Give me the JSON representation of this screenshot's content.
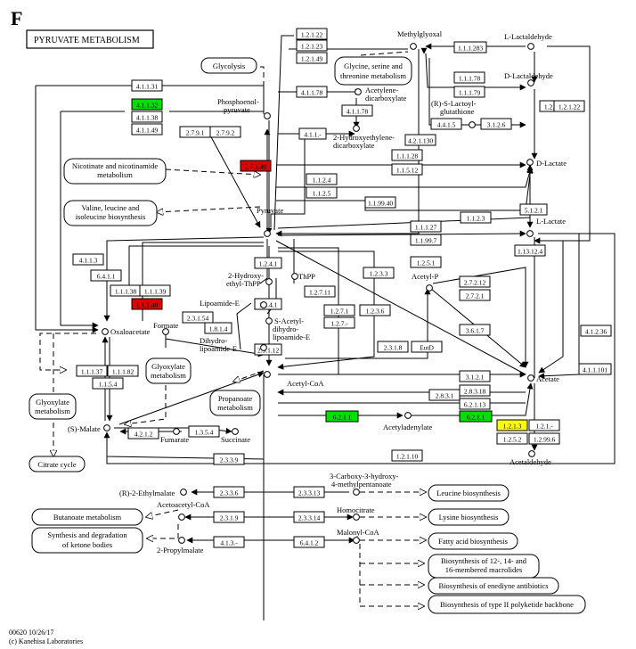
{
  "panel_letter": "F",
  "map_title": "PYRUVATE METABOLISM",
  "footer": {
    "map_id": "00620 10/26/17",
    "copyright": "(c) Kanehisa Laboratories"
  },
  "colors": {
    "green": "#00e000",
    "red": "#e00000",
    "yellow": "#ffff00",
    "white": "#ffffff"
  },
  "enzymes": [
    {
      "label": "4.1.1.31",
      "color": "white"
    },
    {
      "label": "4.1.1.32",
      "color": "green"
    },
    {
      "label": "4.1.1.38",
      "color": "white"
    },
    {
      "label": "4.1.1.49",
      "color": "white"
    },
    {
      "label": "2.7.9.1",
      "color": "white"
    },
    {
      "label": "2.7.9.2",
      "color": "white"
    },
    {
      "label": "2.7.1.40",
      "color": "red"
    },
    {
      "label": "1.2.1.22",
      "color": "white"
    },
    {
      "label": "1.2.1.23",
      "color": "white"
    },
    {
      "label": "1.2.1.49",
      "color": "white"
    },
    {
      "label": "4.1.1.78",
      "color": "white"
    },
    {
      "label": "4.1.1.78",
      "color": "white"
    },
    {
      "label": "4.1.1.-",
      "color": "white"
    },
    {
      "label": "1.1.1.283",
      "color": "white"
    },
    {
      "label": "1.1.1.78",
      "color": "white"
    },
    {
      "label": "1.1.1.79",
      "color": "white"
    },
    {
      "label": "1.2.1.23",
      "color": "white"
    },
    {
      "label": "1.2.1.22",
      "color": "white"
    },
    {
      "label": "4.4.1.5",
      "color": "white"
    },
    {
      "label": "3.1.2.6",
      "color": "white"
    },
    {
      "label": "4.2.1.130",
      "color": "white"
    },
    {
      "label": "1.1.1.28",
      "color": "white"
    },
    {
      "label": "1.1.5.12",
      "color": "white"
    },
    {
      "label": "1.1.2.4",
      "color": "white"
    },
    {
      "label": "1.1.2.5",
      "color": "white"
    },
    {
      "label": "1.1.99.40",
      "color": "white"
    },
    {
      "label": "5.1.2.1",
      "color": "white"
    },
    {
      "label": "1.1.2.3",
      "color": "white"
    },
    {
      "label": "1.1.1.27",
      "color": "white"
    },
    {
      "label": "1.1.99.7",
      "color": "white"
    },
    {
      "label": "1.13.12.4",
      "color": "white"
    },
    {
      "label": "4.1.1.3",
      "color": "white"
    },
    {
      "label": "6.4.1.1",
      "color": "white"
    },
    {
      "label": "1.1.1.38",
      "color": "white"
    },
    {
      "label": "1.1.1.39",
      "color": "white"
    },
    {
      "label": "1.1.1.40",
      "color": "red"
    },
    {
      "label": "1.2.4.1",
      "color": "white"
    },
    {
      "label": "1.2.4.1",
      "color": "white"
    },
    {
      "label": "1.2.7.11",
      "color": "white"
    },
    {
      "label": "1.2.5.1",
      "color": "white"
    },
    {
      "label": "1.2.3.3",
      "color": "white"
    },
    {
      "label": "2.7.2.12",
      "color": "white"
    },
    {
      "label": "2.7.2.1",
      "color": "white"
    },
    {
      "label": "1.2.7.1",
      "color": "white"
    },
    {
      "label": "1.2.3.6",
      "color": "white"
    },
    {
      "label": "1.2.7.-",
      "color": "white"
    },
    {
      "label": "2.3.1.54",
      "color": "white"
    },
    {
      "label": "1.8.1.4",
      "color": "white"
    },
    {
      "label": "2.3.1.12",
      "color": "white"
    },
    {
      "label": "2.3.1.8",
      "color": "white"
    },
    {
      "label": "EutD",
      "color": "white"
    },
    {
      "label": "3.6.1.7",
      "color": "white"
    },
    {
      "label": "4.1.2.36",
      "color": "white"
    },
    {
      "label": "4.1.1.101",
      "color": "white"
    },
    {
      "label": "1.1.1.37",
      "color": "white"
    },
    {
      "label": "1.1.1.82",
      "color": "white"
    },
    {
      "label": "1.1.5.4",
      "color": "white"
    },
    {
      "label": "3.1.2.1",
      "color": "white"
    },
    {
      "label": "2.8.3.1",
      "color": "white"
    },
    {
      "label": "2.8.3.18",
      "color": "white"
    },
    {
      "label": "6.2.1.13",
      "color": "white"
    },
    {
      "label": "6.2.1.1",
      "color": "green"
    },
    {
      "label": "6.2.1.1",
      "color": "green"
    },
    {
      "label": "1.2.1.3",
      "color": "yellow"
    },
    {
      "label": "1.2.1.-",
      "color": "white"
    },
    {
      "label": "1.2.5.2",
      "color": "white"
    },
    {
      "label": "1.2.99.6",
      "color": "white"
    },
    {
      "label": "4.2.1.2",
      "color": "white"
    },
    {
      "label": "1.3.5.4",
      "color": "white"
    },
    {
      "label": "2.3.3.9",
      "color": "white"
    },
    {
      "label": "1.2.1.10",
      "color": "white"
    },
    {
      "label": "2.3.3.6",
      "color": "white"
    },
    {
      "label": "2.3.3.13",
      "color": "white"
    },
    {
      "label": "2.3.1.9",
      "color": "white"
    },
    {
      "label": "2.3.3.14",
      "color": "white"
    },
    {
      "label": "4.1.3.-",
      "color": "white"
    },
    {
      "label": "6.4.1.2",
      "color": "white"
    }
  ],
  "compounds": [
    {
      "label": "Phosphoenol-"
    },
    {
      "label": "pyruvate"
    },
    {
      "label": "Pyruvate"
    },
    {
      "label": "Methylglyoxal"
    },
    {
      "label": "L-Lactaldehyde"
    },
    {
      "label": "D-Lactaldehyde"
    },
    {
      "label": "(R)-S-Lactoyl-"
    },
    {
      "label": "glutathione"
    },
    {
      "label": "D-Lactate"
    },
    {
      "label": "L-Lactate"
    },
    {
      "label": "Acetylene-"
    },
    {
      "label": "dicarboxylate"
    },
    {
      "label": "2-Hydroxyethylene-"
    },
    {
      "label": "dicarboxylate"
    },
    {
      "label": "2-Hydroxy-"
    },
    {
      "label": "ethyl-ThPP"
    },
    {
      "label": "ThPP"
    },
    {
      "label": "Lipoamide-E"
    },
    {
      "label": "S-Acetyl-"
    },
    {
      "label": "dihydro-"
    },
    {
      "label": "lipoamide-E"
    },
    {
      "label": "Dihydro-"
    },
    {
      "label": "lipoamide-E"
    },
    {
      "label": "Oxaloacetate"
    },
    {
      "label": "Formate"
    },
    {
      "label": "Acetyl-P"
    },
    {
      "label": "Acetyl-CoA"
    },
    {
      "label": "Acetate"
    },
    {
      "label": "Acetyladenylate"
    },
    {
      "label": "(S)-Malate"
    },
    {
      "label": "Fumarate"
    },
    {
      "label": "Succinate"
    },
    {
      "label": "Acetaldehyde"
    },
    {
      "label": "(R)-2-Ethylmalate"
    },
    {
      "label": "3-Carboxy-3-hydroxy-"
    },
    {
      "label": "4-methylpentanoate"
    },
    {
      "label": "Acetoacetyl-CoA"
    },
    {
      "label": "Homocitrate"
    },
    {
      "label": "Malonyl-CoA"
    },
    {
      "label": "2-Propylmalate"
    }
  ],
  "pathways": [
    {
      "label": "Glycolysis"
    },
    {
      "label": "Glycine, serine and"
    },
    {
      "label": "threonine metabolism"
    },
    {
      "label": "Nicotinate and nicotinamide"
    },
    {
      "label": "metabolism"
    },
    {
      "label": "Valine, leucine and"
    },
    {
      "label": "isoleucine biosynthesis"
    },
    {
      "label": "Glyoxylate"
    },
    {
      "label": "metabolism"
    },
    {
      "label": "Glyoxylate"
    },
    {
      "label": "metabolism"
    },
    {
      "label": "Propanoate"
    },
    {
      "label": "metabolism"
    },
    {
      "label": "Citrate cycle"
    },
    {
      "label": "Leucine biosynthesis"
    },
    {
      "label": "Lysine biosynthesis"
    },
    {
      "label": "Butanoate metabolism"
    },
    {
      "label": "Synthesis and degradation"
    },
    {
      "label": "of ketone bodies"
    },
    {
      "label": "Fatty acid biosynthesis"
    },
    {
      "label": "Biosynthesis of 12-, 14- and"
    },
    {
      "label": "16-membered macrolides"
    },
    {
      "label": "Biosynthesis of enediyne antibiotics"
    },
    {
      "label": "Biosynthesis of type II polyketide backbone"
    }
  ]
}
